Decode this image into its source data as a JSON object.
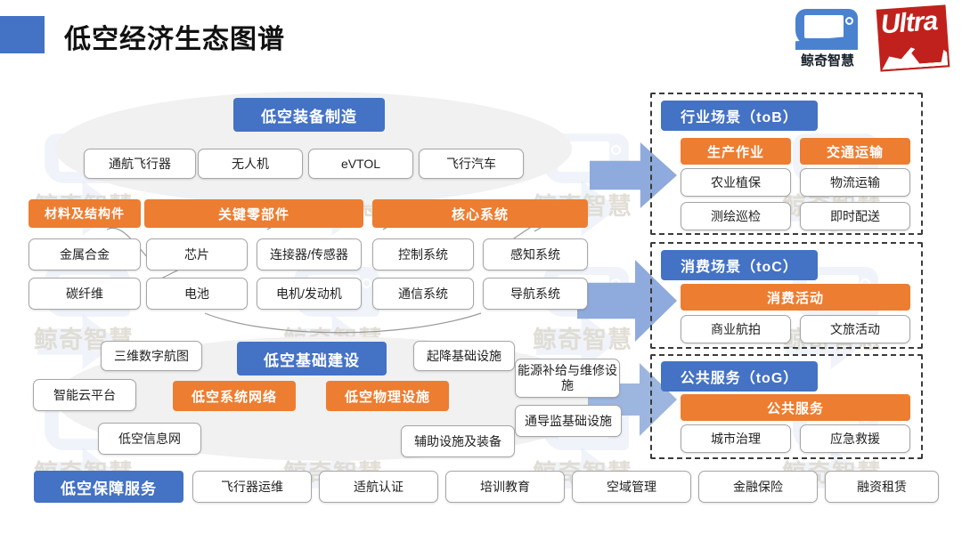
{
  "header": {
    "title": "低空经济生态图谱",
    "accent_color": "#4472c4",
    "logo_brand": "鲸奇智慧",
    "logo_ultra": "Ultra"
  },
  "watermark": {
    "text": "鲸奇智慧"
  },
  "equipment": {
    "title": "低空装备制造",
    "items": [
      "通航飞行器",
      "无人机",
      "eVTOL",
      "飞行汽车"
    ]
  },
  "components": {
    "groups": [
      {
        "title": "材料及结构件",
        "items": [
          "金属合金",
          "碳纤维"
        ]
      },
      {
        "title": "关键零部件",
        "items": [
          "芯片",
          "连接器/传感器",
          "电池",
          "电机/发动机"
        ]
      },
      {
        "title": "核心系统",
        "items": [
          "控制系统",
          "感知系统",
          "通信系统",
          "导航系统"
        ]
      }
    ]
  },
  "infrastructure": {
    "title": "低空基础建设",
    "network_title": "低空系统网络",
    "physical_title": "低空物理设施",
    "network_items": [
      "三维数字航图",
      "智能云平台",
      "低空信息网"
    ],
    "physical_items": [
      "起降基础设施",
      "能源补给与维修设施",
      "通导监基础设施",
      "辅助设施及装备"
    ]
  },
  "support": {
    "title": "低空保障服务",
    "items": [
      "飞行器运维",
      "适航认证",
      "培训教育",
      "空域管理",
      "金融保险",
      "融资租赁"
    ]
  },
  "scenarios": [
    {
      "title": "行业场景（toB）",
      "subgroups": [
        {
          "title": "生产作业",
          "items": [
            "农业植保",
            "测绘巡检"
          ]
        },
        {
          "title": "交通运输",
          "items": [
            "物流运输",
            "即时配送"
          ]
        }
      ]
    },
    {
      "title": "消费场景（toC）",
      "wide_title": "消费活动",
      "items": [
        "商业航拍",
        "文旅活动"
      ]
    },
    {
      "title": "公共服务（toG）",
      "wide_title": "公共服务",
      "items": [
        "城市治理",
        "应急救援"
      ]
    }
  ],
  "colors": {
    "blue": "#4472c4",
    "orange": "#ed7d31",
    "arrow": "#8faadc",
    "panel_border": "#3b3b3b"
  }
}
